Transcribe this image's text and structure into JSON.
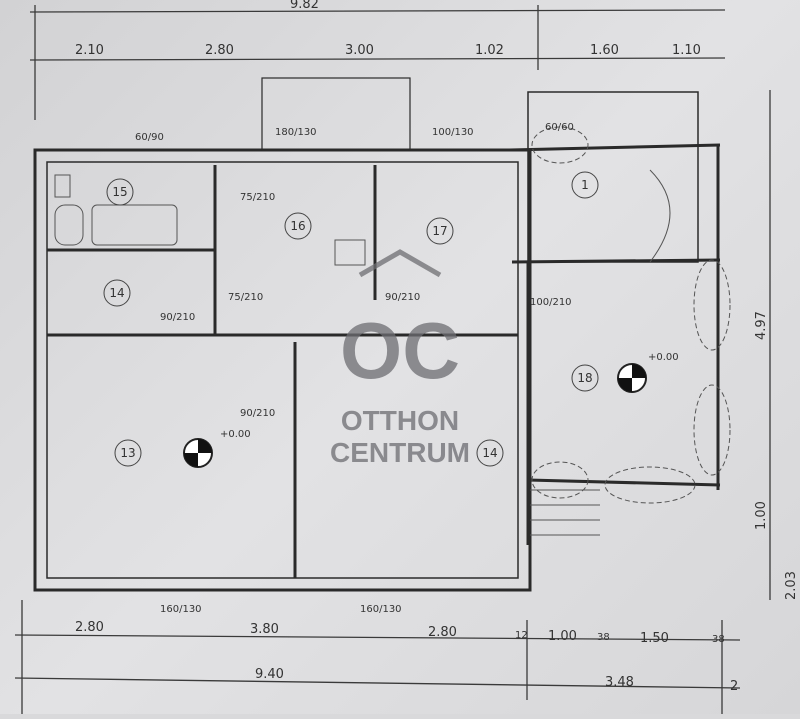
{
  "top_dimensions": {
    "overall": "9.82",
    "segments": [
      "2.10",
      "2.80",
      "3.00",
      "1.02",
      "1.60",
      "1.10"
    ]
  },
  "bottom_dimensions": {
    "segments": [
      "2.80",
      "3.80",
      "2.80",
      "12",
      "1.00",
      "38",
      "1.50",
      "38"
    ],
    "totals": [
      "9.40",
      "3.48",
      "2"
    ]
  },
  "right_dimensions": [
    "4.97",
    "1.00",
    "2.03"
  ],
  "rooms": [
    "15",
    "16",
    "17",
    "14",
    "13",
    "14",
    "18",
    "1"
  ],
  "door_labels": [
    "75/210",
    "75/210",
    "90/210",
    "90/210",
    "90/210",
    "100/210"
  ],
  "window_labels": [
    "60/90",
    "180/130",
    "100/130",
    "60/60",
    "160/130",
    "160/130"
  ],
  "elevations": [
    "+0.00",
    "+0.00"
  ],
  "watermark": {
    "logo": "OC",
    "line1": "OTTHON",
    "line2": "CENTRUM"
  }
}
